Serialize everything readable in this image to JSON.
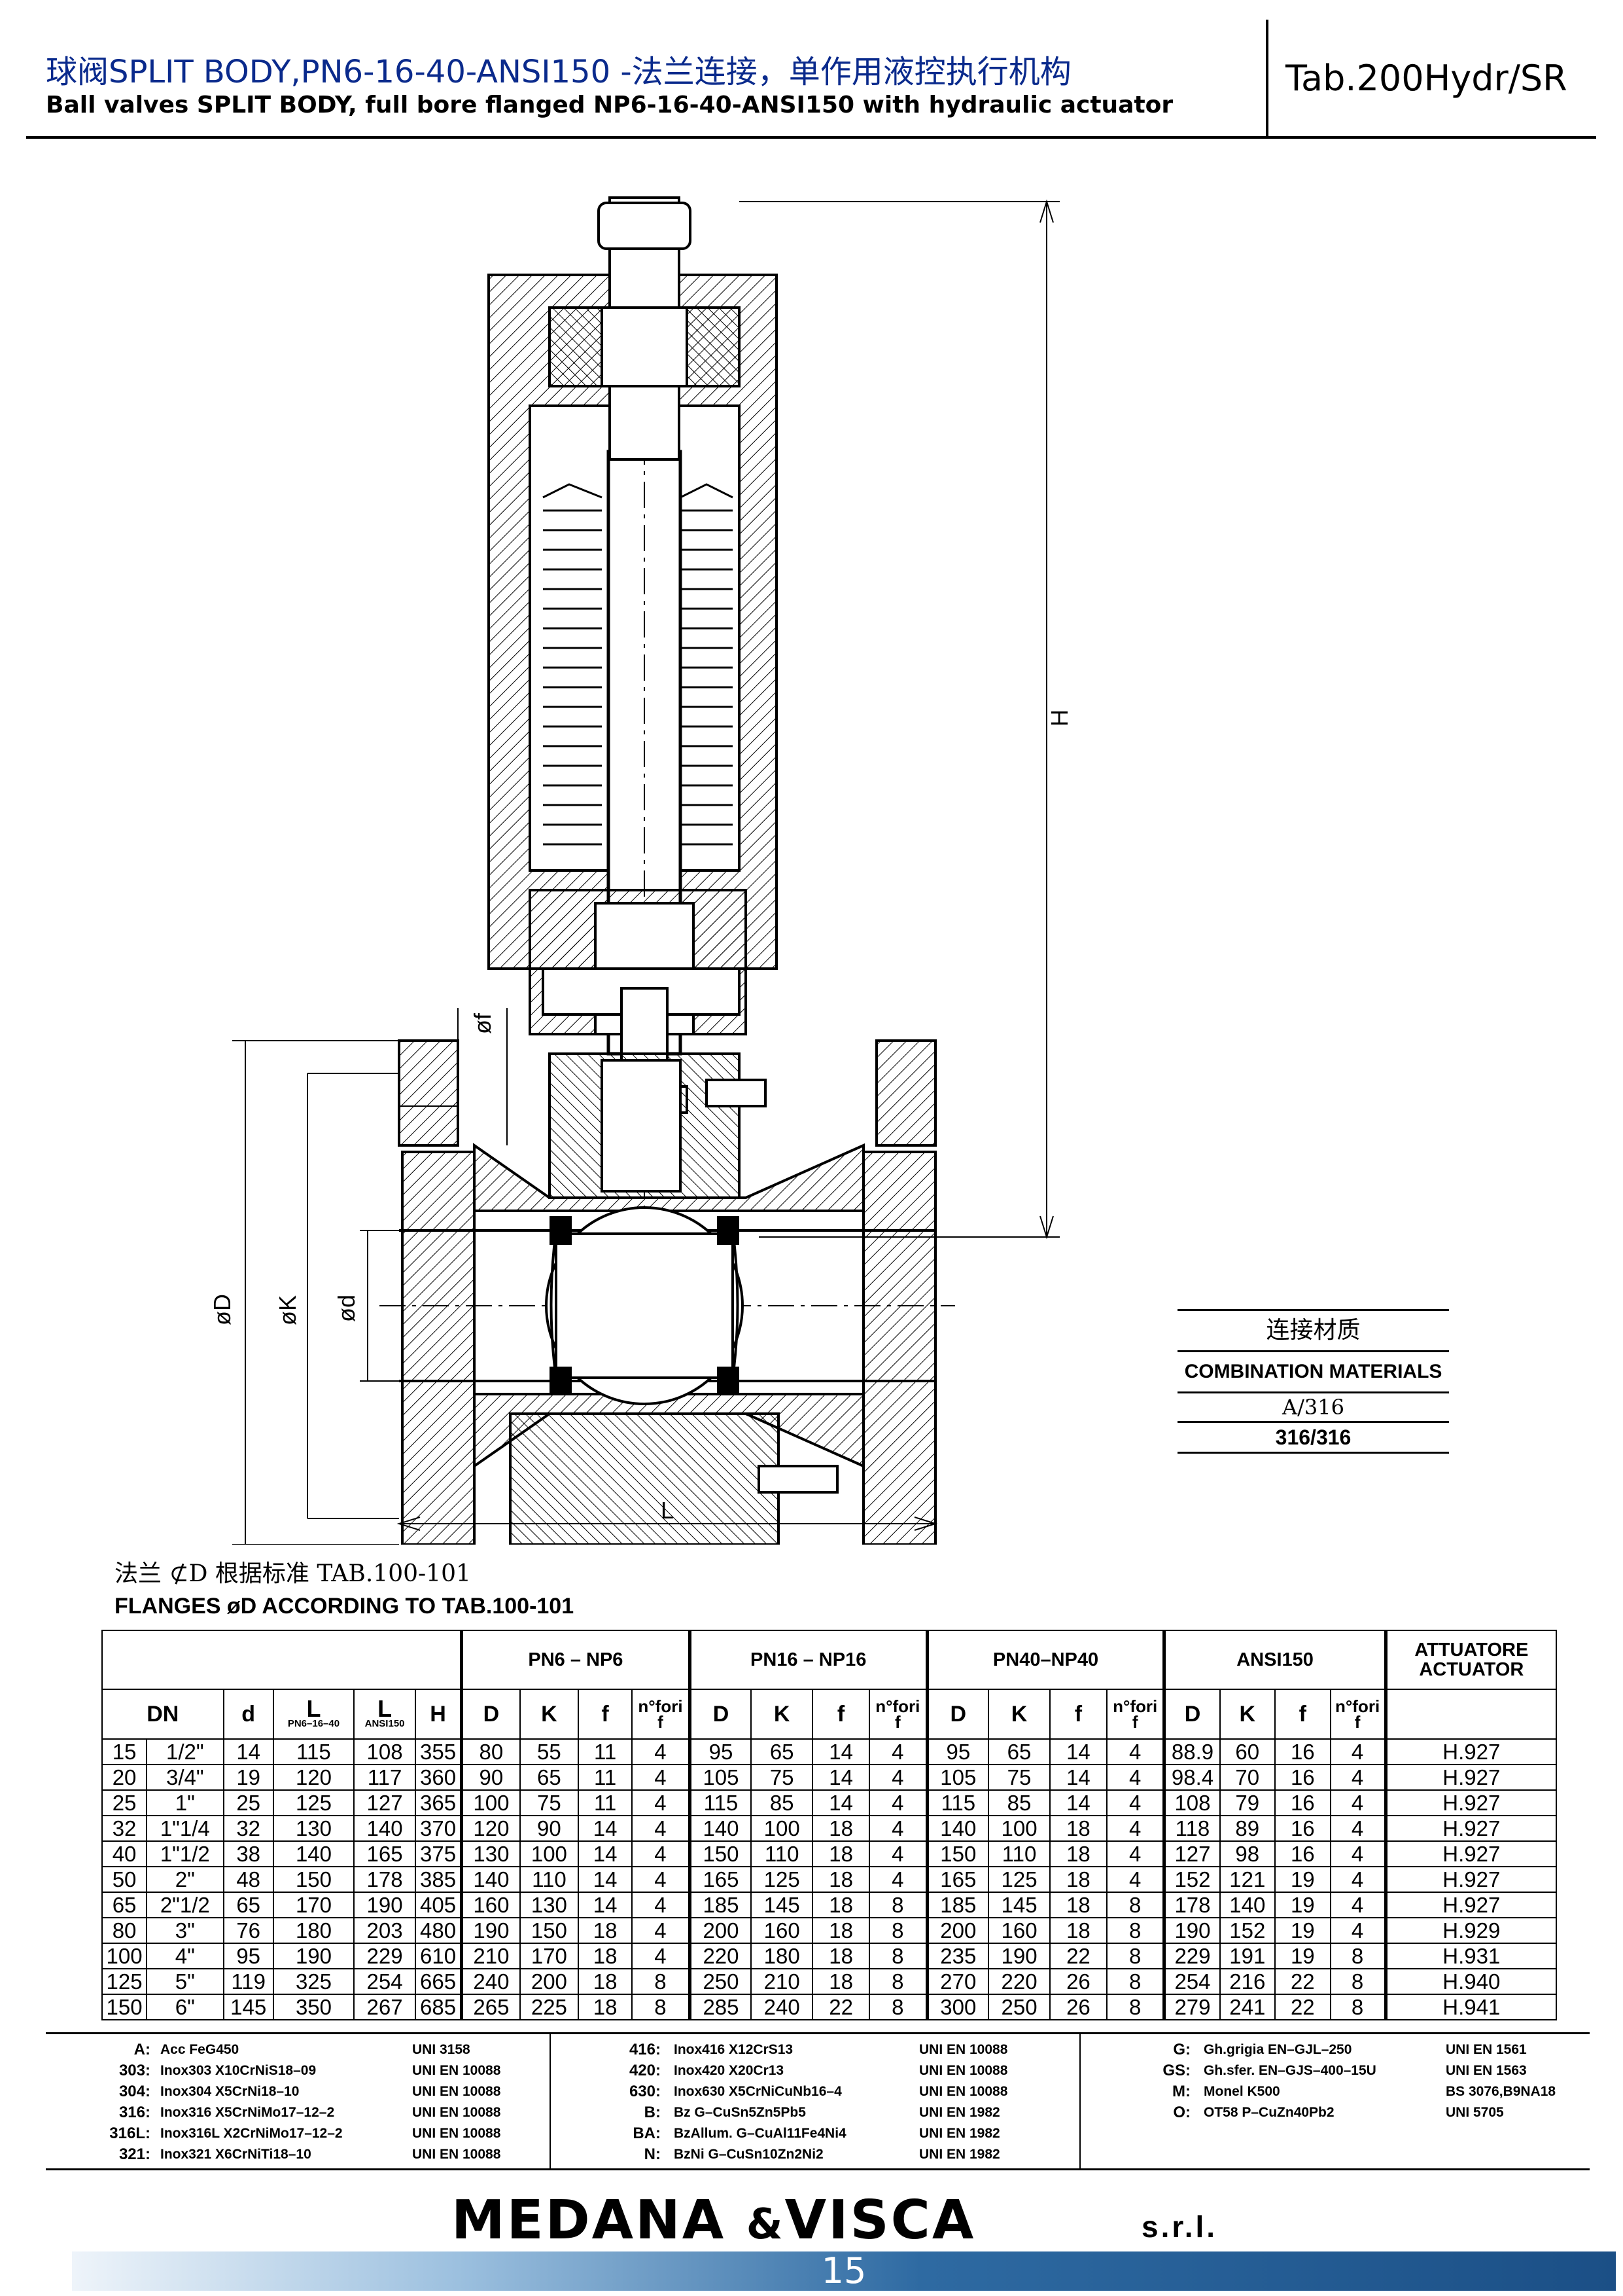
{
  "header": {
    "title_cn": "球阀SPLIT BODY,PN6-16-40-ANSI150 -法兰连接，单作用液控执行机构",
    "title_en": "Ball valves SPLIT BODY, full bore flanged NP6-16-40-ANSI150 with hydraulic actuator",
    "tab": "Tab.200Hydr/SR"
  },
  "drawing": {
    "label_H": "H",
    "label_L": "L",
    "label_D": "øD",
    "label_K": "øK",
    "label_d": "ød",
    "label_f": "øf"
  },
  "materials_legend": {
    "title_cn": "连接材质",
    "title_en": "COMBINATION  MATERIALS",
    "items": [
      "A/316",
      "316/316"
    ]
  },
  "flanges": {
    "note_cn": "法兰  ⊄D  根据标准  TAB.100-101",
    "note_en": "FLANGES  øD  ACCORDING  TO  TAB.100-101"
  },
  "table": {
    "groups": [
      "PN6  –  NP6",
      "PN16  –  NP16",
      "PN40–NP40",
      "ANSI150",
      "ATTUATORE ACTUATOR"
    ],
    "col_dn": "DN",
    "col_d": "d",
    "col_L": "L",
    "col_L1_sub": "PN6–16–40",
    "col_L2_sub": "ANSI150",
    "col_H": "H",
    "col_D": "D",
    "col_K": "K",
    "col_f": "f",
    "col_nfori": "n°fori",
    "col_nfori_f": "f",
    "rows": [
      [
        "15",
        "1/2\"",
        "14",
        "115",
        "108",
        "355",
        "80",
        "55",
        "11",
        "4",
        "95",
        "65",
        "14",
        "4",
        "95",
        "65",
        "14",
        "4",
        "88.9",
        "60",
        "16",
        "4",
        "H.927"
      ],
      [
        "20",
        "3/4\"",
        "19",
        "120",
        "117",
        "360",
        "90",
        "65",
        "11",
        "4",
        "105",
        "75",
        "14",
        "4",
        "105",
        "75",
        "14",
        "4",
        "98.4",
        "70",
        "16",
        "4",
        "H.927"
      ],
      [
        "25",
        "1\"",
        "25",
        "125",
        "127",
        "365",
        "100",
        "75",
        "11",
        "4",
        "115",
        "85",
        "14",
        "4",
        "115",
        "85",
        "14",
        "4",
        "108",
        "79",
        "16",
        "4",
        "H.927"
      ],
      [
        "32",
        "1\"1/4",
        "32",
        "130",
        "140",
        "370",
        "120",
        "90",
        "14",
        "4",
        "140",
        "100",
        "18",
        "4",
        "140",
        "100",
        "18",
        "4",
        "118",
        "89",
        "16",
        "4",
        "H.927"
      ],
      [
        "40",
        "1\"1/2",
        "38",
        "140",
        "165",
        "375",
        "130",
        "100",
        "14",
        "4",
        "150",
        "110",
        "18",
        "4",
        "150",
        "110",
        "18",
        "4",
        "127",
        "98",
        "16",
        "4",
        "H.927"
      ],
      [
        "50",
        "2\"",
        "48",
        "150",
        "178",
        "385",
        "140",
        "110",
        "14",
        "4",
        "165",
        "125",
        "18",
        "4",
        "165",
        "125",
        "18",
        "4",
        "152",
        "121",
        "19",
        "4",
        "H.927"
      ],
      [
        "65",
        "2\"1/2",
        "65",
        "170",
        "190",
        "405",
        "160",
        "130",
        "14",
        "4",
        "185",
        "145",
        "18",
        "8",
        "185",
        "145",
        "18",
        "8",
        "178",
        "140",
        "19",
        "4",
        "H.927"
      ],
      [
        "80",
        "3\"",
        "76",
        "180",
        "203",
        "480",
        "190",
        "150",
        "18",
        "4",
        "200",
        "160",
        "18",
        "8",
        "200",
        "160",
        "18",
        "8",
        "190",
        "152",
        "19",
        "4",
        "H.929"
      ],
      [
        "100",
        "4\"",
        "95",
        "190",
        "229",
        "610",
        "210",
        "170",
        "18",
        "4",
        "220",
        "180",
        "18",
        "8",
        "235",
        "190",
        "22",
        "8",
        "229",
        "191",
        "19",
        "8",
        "H.931"
      ],
      [
        "125",
        "5\"",
        "119",
        "325",
        "254",
        "665",
        "240",
        "200",
        "18",
        "8",
        "250",
        "210",
        "18",
        "8",
        "270",
        "220",
        "26",
        "8",
        "254",
        "216",
        "22",
        "8",
        "H.940"
      ],
      [
        "150",
        "6\"",
        "145",
        "350",
        "267",
        "685",
        "265",
        "225",
        "18",
        "8",
        "285",
        "240",
        "22",
        "8",
        "300",
        "250",
        "26",
        "8",
        "279",
        "241",
        "22",
        "8",
        "H.941"
      ]
    ]
  },
  "materials": {
    "col1": [
      {
        "k": "A:",
        "a": "Acc  FeG450",
        "c": "UNI  3158"
      },
      {
        "k": "303:",
        "a": "Inox303 X10CrNiS18–09",
        "c": "UNI  EN  10088"
      },
      {
        "k": "304:",
        "a": "Inox304 X5CrNi18–10",
        "c": "UNI  EN  10088"
      },
      {
        "k": "316:",
        "a": "Inox316 X5CrNiMo17–12–2",
        "c": "UNI  EN  10088"
      },
      {
        "k": "316L:",
        "a": "Inox316L X2CrNiMo17–12–2",
        "c": "UNI  EN  10088"
      },
      {
        "k": "321:",
        "a": "Inox321 X6CrNiTi18–10",
        "c": "UNI  EN  10088"
      }
    ],
    "col2": [
      {
        "k": "416:",
        "a": "Inox416  X12CrS13",
        "c": "UNI  EN  10088"
      },
      {
        "k": "420:",
        "a": "Inox420  X20Cr13",
        "c": "UNI  EN  10088"
      },
      {
        "k": "630:",
        "a": "Inox630  X5CrNiCuNb16–4",
        "c": "UNI  EN  10088"
      },
      {
        "k": "B:",
        "a": "Bz      G–CuSn5Zn5Pb5",
        "c": "UNI  EN  1982"
      },
      {
        "k": "BA:",
        "a": "BzAllum.  G–CuAl11Fe4Ni4",
        "c": "UNI  EN  1982"
      },
      {
        "k": "N:",
        "a": "BzNi    G–CuSn10Zn2Ni2",
        "c": "UNI  EN  1982"
      }
    ],
    "col3": [
      {
        "k": "G:",
        "a": "Gh.grigia EN–GJL–250",
        "c": "UNI  EN  1561"
      },
      {
        "k": "GS:",
        "a": "Gh.sfer.  EN–GJS–400–15U",
        "c": "UNI  EN  1563"
      },
      {
        "k": "M:",
        "a": "Monel          K500",
        "c": "BS 3076,B9NA18"
      },
      {
        "k": "O:",
        "a": "OT58      P–CuZn40Pb2",
        "c": "UNI  5705"
      }
    ]
  },
  "footer": {
    "brand_a": "MEDANA",
    "brand_amp": "&",
    "brand_b": "VISCA",
    "srl": "s.r.l.",
    "page": "15"
  }
}
